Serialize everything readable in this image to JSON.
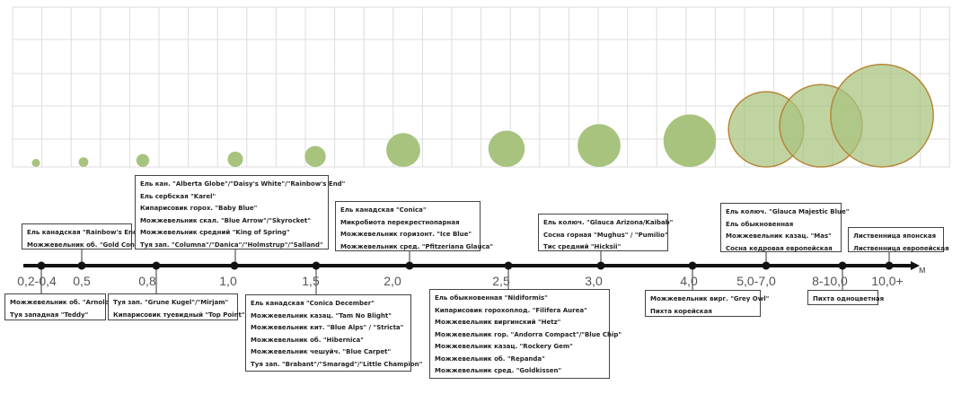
{
  "axis": {
    "unit": "м",
    "ticks": [
      "0,2-0,4",
      "0,5",
      "0,8",
      "1,0",
      "1,5",
      "2,0",
      "2,5",
      "3,0",
      "4,0",
      "5,0-7,0",
      "8-10,0",
      "10,0+"
    ]
  },
  "colors": {
    "circle_fill": "#a7c37e",
    "circle_stroke": "#b7873a",
    "grid": "#dcdcdc",
    "axis": "#111111"
  },
  "relative_sizes": [
    1,
    1.2,
    1.6,
    1.9,
    2.6,
    4.2,
    4.5,
    5.3,
    6.5,
    9.3,
    10.2,
    12.7
  ],
  "boxes_above": [
    [
      "Ель канадская \"Rainbow's End\"",
      "Можжевельник об. \"Gold Cone\""
    ],
    [
      "Ель кан. \"Alberta Globe\"/\"Daisy's White\"/\"Rainbow's End\"",
      "Ель сербская \"Karel\"",
      "Кипарисовик горох. \"Baby Blue\"",
      "Можжевельник скал. \"Blue Arrow\"/\"Skyrocket\"",
      "Можжевельник средний \"King of Spring\"",
      "Туя зап. \"Columna\"/\"Danica\"/\"Holmstrup\"/\"Salland\""
    ],
    [
      "Ель канадская \"Conica\"",
      "Микробиота перекрестнопарная",
      "Можжевельник горизонт. \"Ice Blue\"",
      "Можжевельник сред. \"Pfitzeriana Glauca\""
    ],
    [
      "Ель колюч. \"Glauca Arizona/Kaibab\"",
      "Сосна горная \"Mughus\" / \"Pumilio\"",
      "Тис средний \"Hicksii\""
    ],
    [
      "Ель колюч. \"Glauca Majestic Blue\"",
      "Ель обыкновенная",
      "Можжевельник казац. \"Mas\"",
      "Сосна кедровая европейская"
    ],
    [
      "Лиственница японская",
      "Лиственница европейская"
    ]
  ],
  "boxes_below": [
    [
      "Можжевельник об. \"Arnold\"",
      "Туя западная \"Teddy\""
    ],
    [
      "Туя зап. \"Grune Kugel\"/\"Mirjam\"",
      "Кипарисовик туевидный \"Top Point\""
    ],
    [
      "Ель канадская \"Conica December\"",
      "Можжевельник казац. \"Tam No Blight\"",
      "Можжевельник кит. \"Blue Alps\" / \"Stricta\"",
      "Можжевельник об. \"Hibernica\"",
      "Можжевельник чешуйч. \"Blue Carpet\"",
      "Туя зап. \"Brabant\"/\"Smaragd\"/\"Little Champion\""
    ],
    [
      "Ель обыкновенная \"Nidiformis\"",
      "Кипарисовик горохоплод. \"Filifera Aurea\"",
      "Можжевельник виргинский \"Hetz\"",
      "Можжевельник гор. \"Andorra Compact\"/\"Blue Chip\"",
      "Можжевельник казац. \"Rockery Gem\"",
      "Можжевельник об. \"Repanda\"",
      "Можжевельник сред. \"Goldkissen\""
    ],
    [
      "Можжевельник вирг. \"Grey Owl\"",
      "Пихта корейская"
    ],
    [
      "Пихта одноцветная"
    ]
  ]
}
